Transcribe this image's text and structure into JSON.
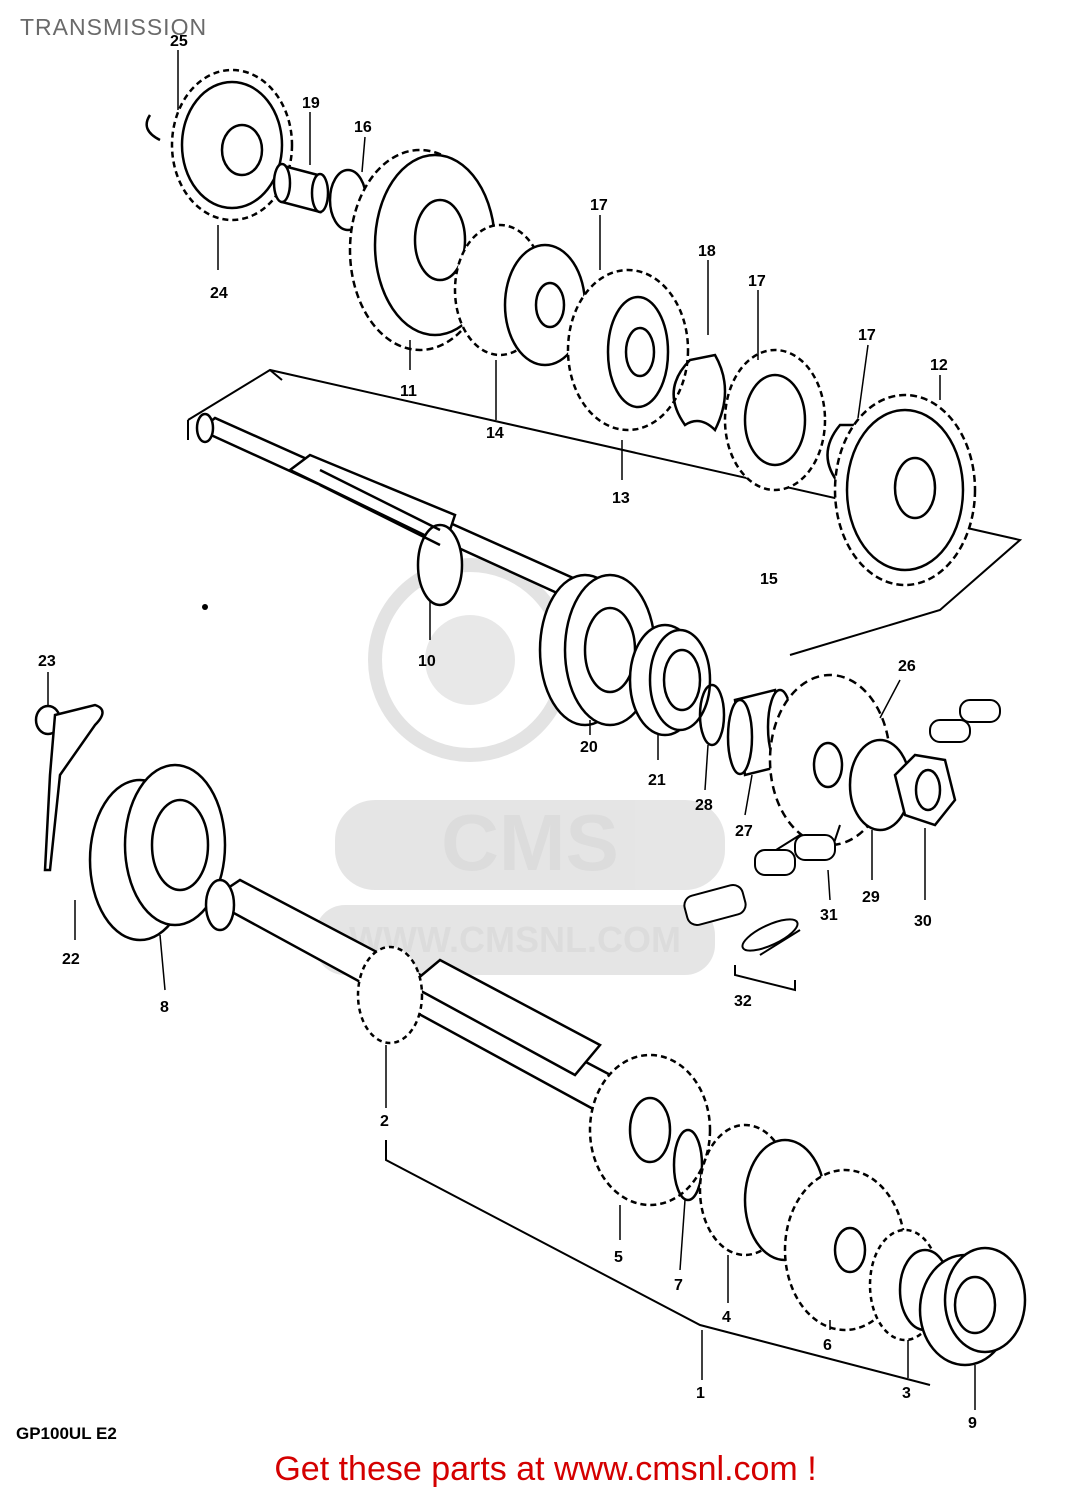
{
  "title": "TRANSMISSION",
  "model_code": "GP100UL E2",
  "footer_text": "Get these parts at www.cmsnl.com !",
  "watermark": {
    "brand": "CMS",
    "url": "WWW.CMSNL.COM"
  },
  "colors": {
    "ink": "#000000",
    "footer": "#d40000",
    "title": "#6a6a6a",
    "watermark": "#d9d9d9"
  },
  "callouts": [
    {
      "id": "c25",
      "text": "25"
    },
    {
      "id": "c19",
      "text": "19"
    },
    {
      "id": "c16",
      "text": "16"
    },
    {
      "id": "c24",
      "text": "24"
    },
    {
      "id": "c11",
      "text": "11"
    },
    {
      "id": "c14",
      "text": "14"
    },
    {
      "id": "c17a",
      "text": "17"
    },
    {
      "id": "c18",
      "text": "18"
    },
    {
      "id": "c17b",
      "text": "17"
    },
    {
      "id": "c17c",
      "text": "17"
    },
    {
      "id": "c12",
      "text": "12"
    },
    {
      "id": "c13",
      "text": "13"
    },
    {
      "id": "c15",
      "text": "15"
    },
    {
      "id": "c10",
      "text": "10"
    },
    {
      "id": "c20",
      "text": "20"
    },
    {
      "id": "c21",
      "text": "21"
    },
    {
      "id": "c28",
      "text": "28"
    },
    {
      "id": "c27",
      "text": "27"
    },
    {
      "id": "c26",
      "text": "26"
    },
    {
      "id": "c29",
      "text": "29"
    },
    {
      "id": "c30",
      "text": "30"
    },
    {
      "id": "c31",
      "text": "31"
    },
    {
      "id": "c32",
      "text": "32"
    },
    {
      "id": "c23",
      "text": "23"
    },
    {
      "id": "c22",
      "text": "22"
    },
    {
      "id": "c8",
      "text": "8"
    },
    {
      "id": "c2",
      "text": "2"
    },
    {
      "id": "c5",
      "text": "5"
    },
    {
      "id": "c7",
      "text": "7"
    },
    {
      "id": "c4",
      "text": "4"
    },
    {
      "id": "c6",
      "text": "6"
    },
    {
      "id": "c1",
      "text": "1"
    },
    {
      "id": "c3",
      "text": "3"
    },
    {
      "id": "c9",
      "text": "9"
    }
  ]
}
